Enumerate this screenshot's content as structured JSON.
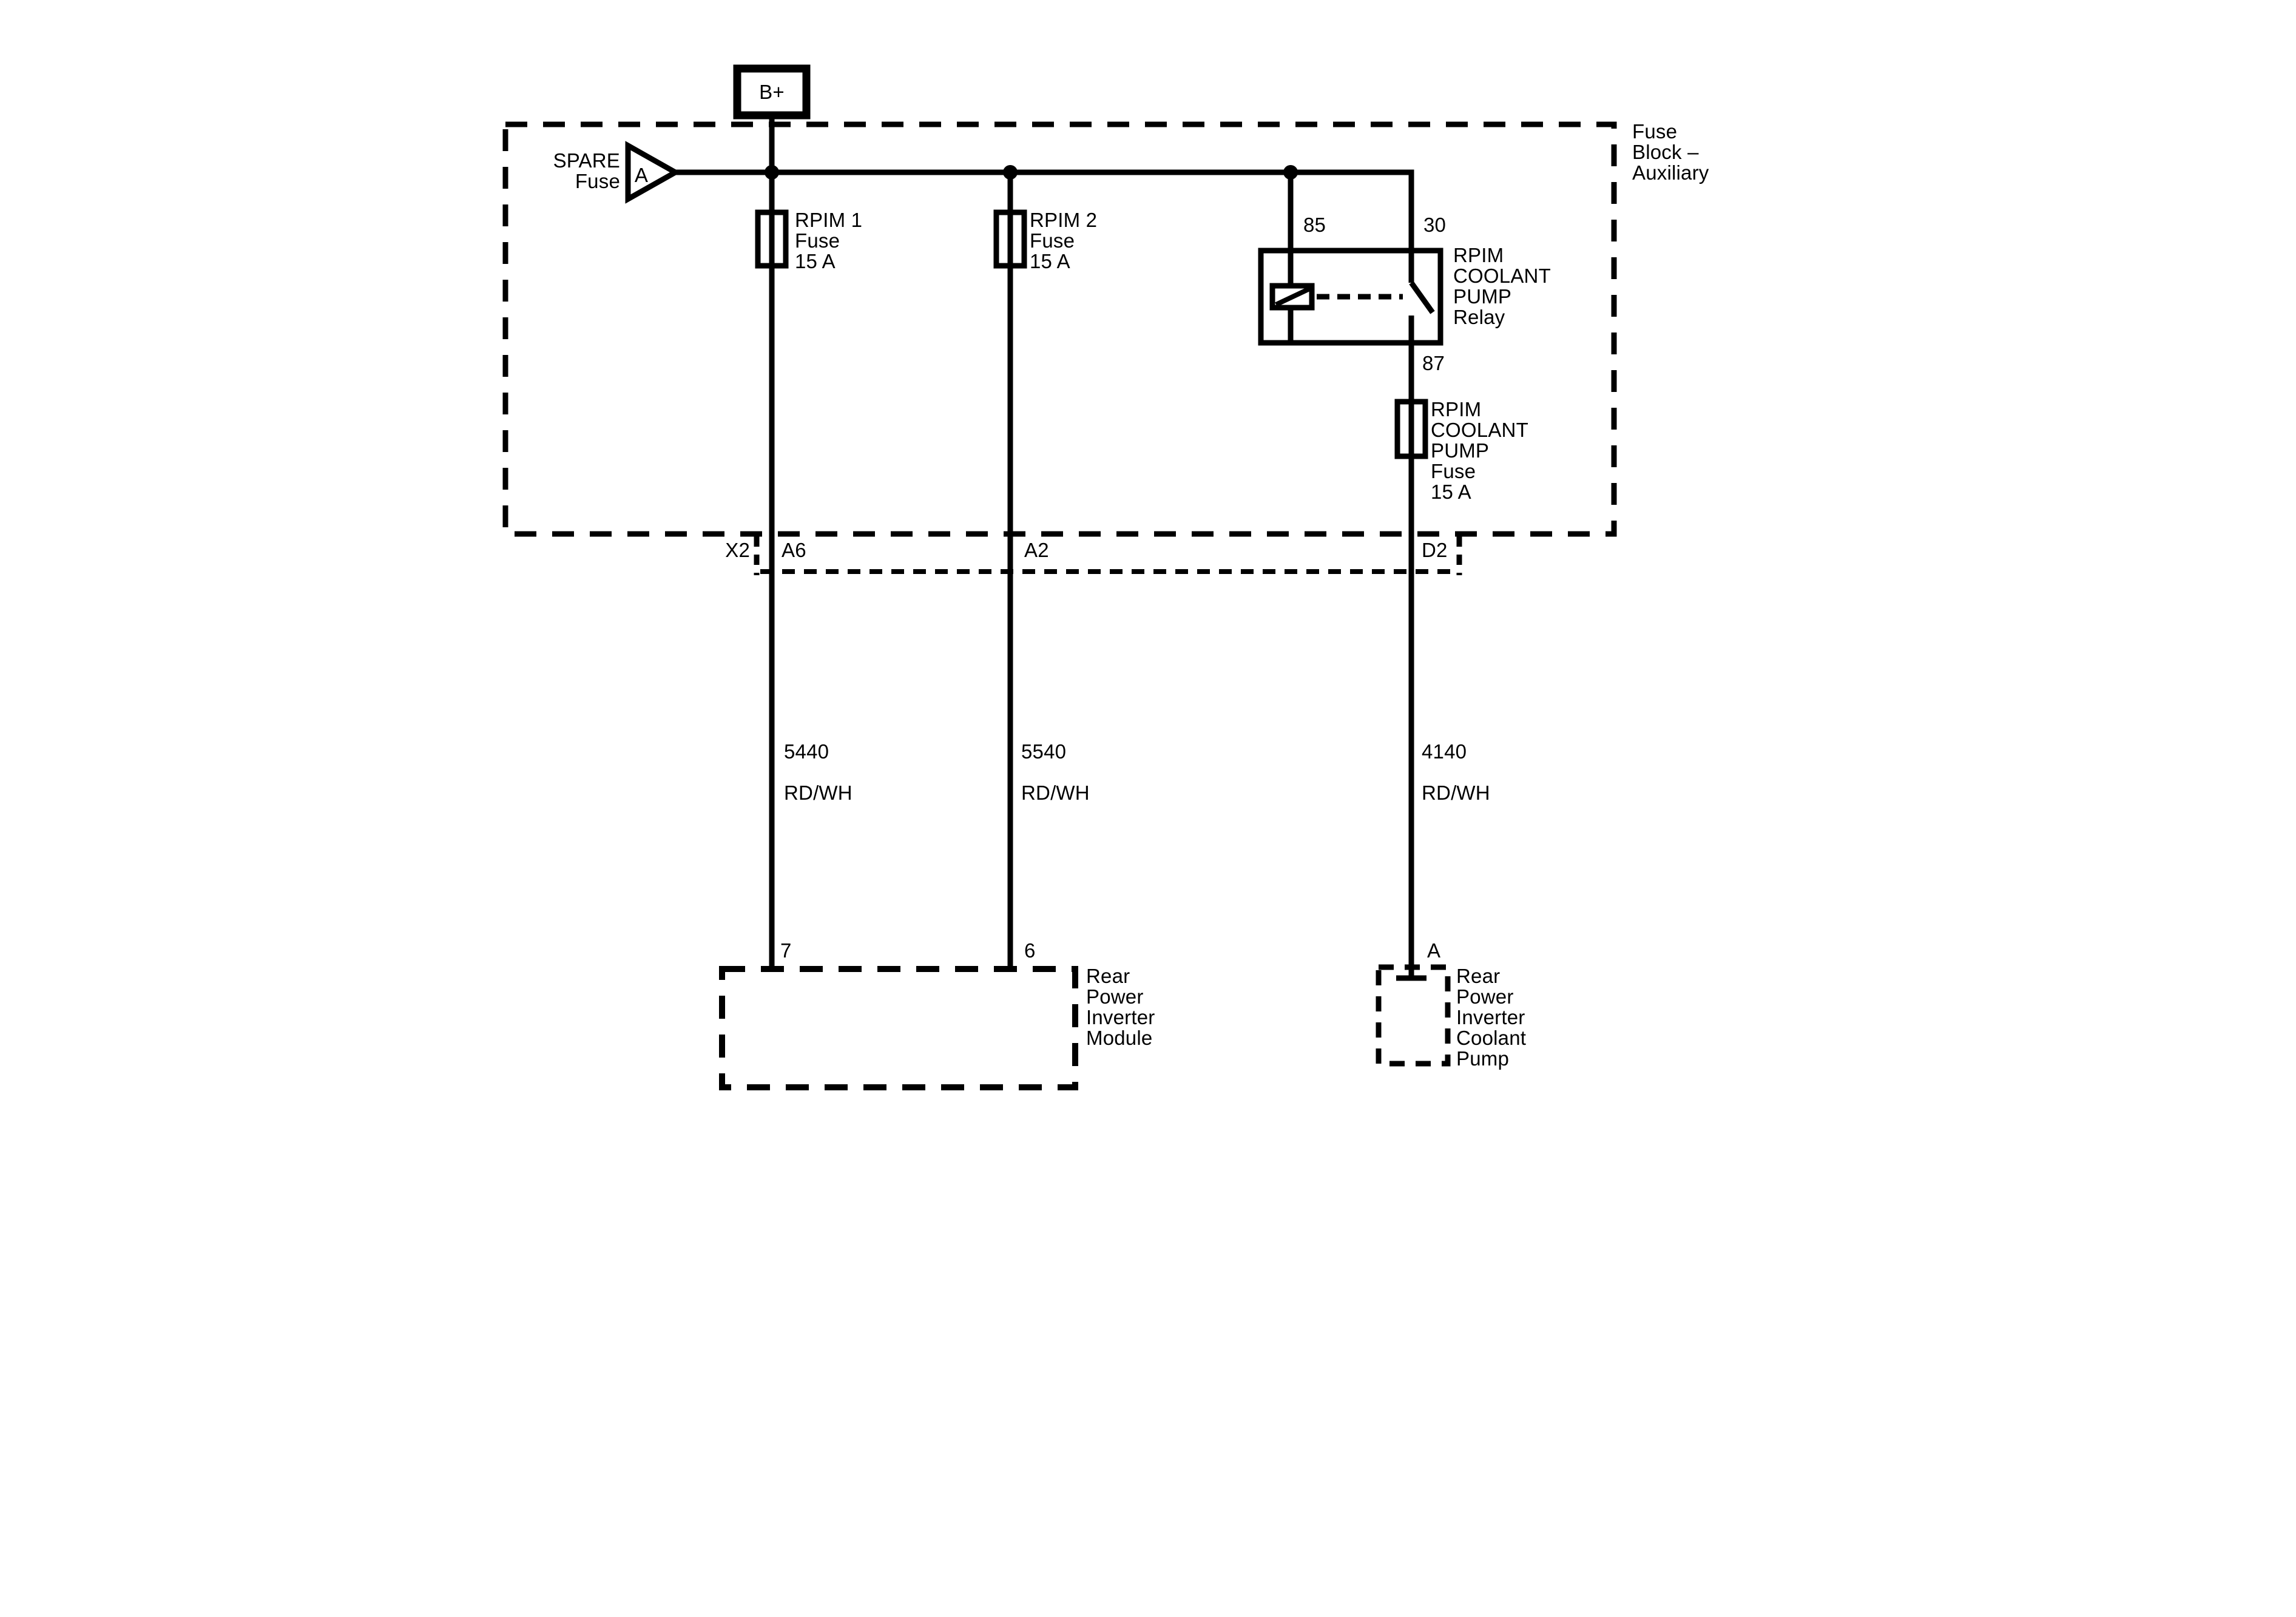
{
  "colors": {
    "ink": "#000000",
    "background": "#ffffff"
  },
  "battery_feed": {
    "label": "B+"
  },
  "spare_fuse": {
    "label": "SPARE\nFuse",
    "pin": "A"
  },
  "fuse_block": {
    "label": "Fuse\nBlock –\nAuxiliary"
  },
  "fuses": {
    "rpim1": {
      "label": "RPIM 1\nFuse\n15 A"
    },
    "rpim2": {
      "label": "RPIM 2\nFuse\n15 A"
    },
    "coolant_pump": {
      "label": "RPIM\nCOOLANT\nPUMP\nFuse\n15 A"
    }
  },
  "relay": {
    "label": "RPIM\nCOOLANT\nPUMP\nRelay",
    "pin85": "85",
    "pin30": "30",
    "pin87": "87"
  },
  "connector": {
    "label": "X2",
    "pin_a6": "A6",
    "pin_a2": "A2",
    "pin_d2": "D2"
  },
  "wires": {
    "w5440": {
      "circuit": "5440",
      "color_code": "RD/WH"
    },
    "w5540": {
      "circuit": "5540",
      "color_code": "RD/WH"
    },
    "w4140": {
      "circuit": "4140",
      "color_code": "RD/WH"
    }
  },
  "modules": {
    "rpim": {
      "label": "Rear\nPower\nInverter\nModule",
      "pin7": "7",
      "pin6": "6"
    },
    "pump": {
      "label": "Rear\nPower\nInverter\nCoolant\nPump",
      "pin_a": "A"
    }
  }
}
